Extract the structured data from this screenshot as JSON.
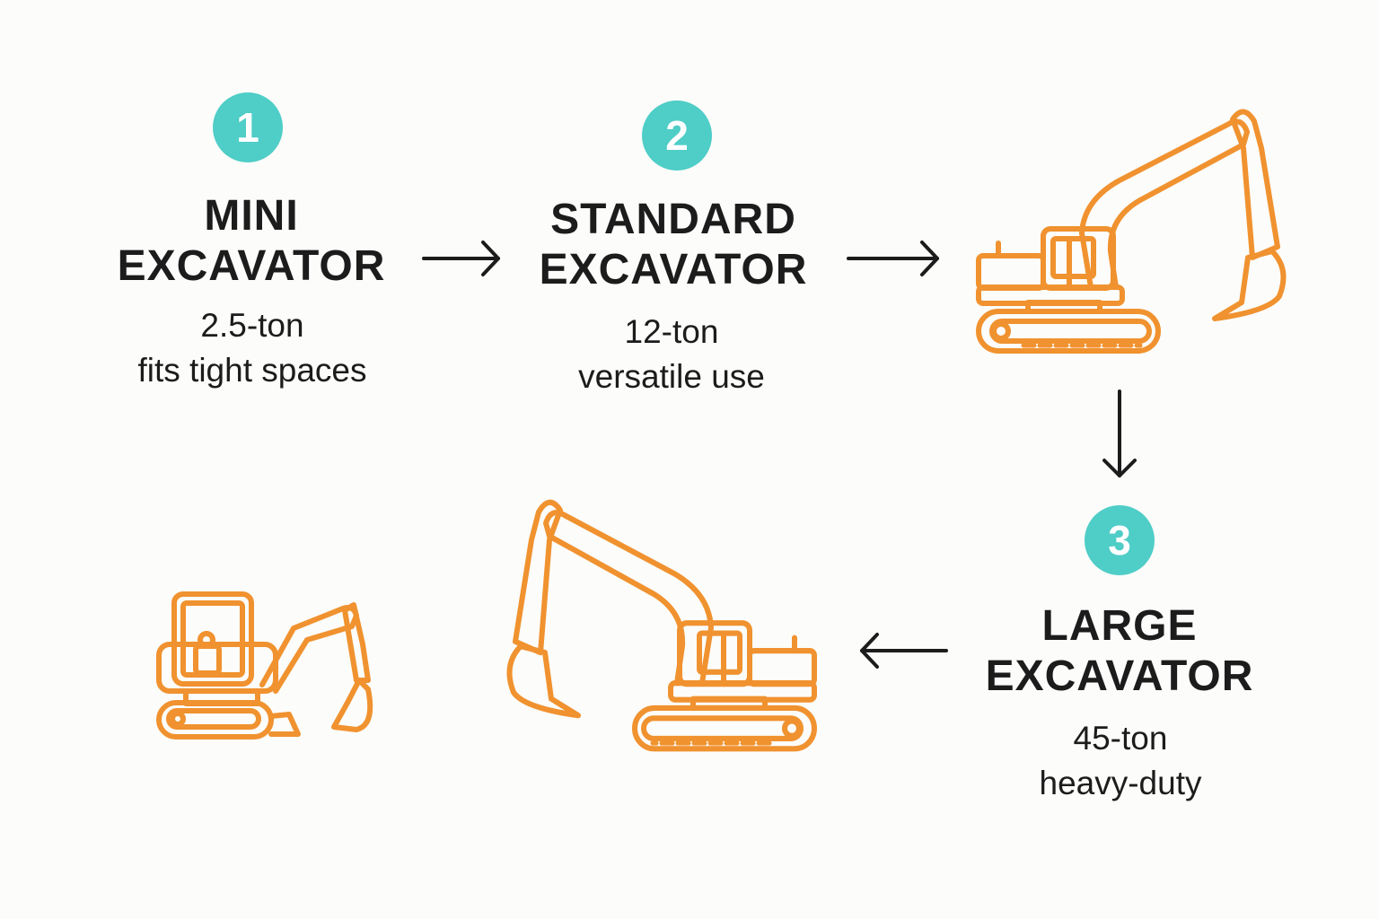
{
  "colors": {
    "accent": "#4fcdc7",
    "machine": "#f0922f",
    "text": "#1c1c1c"
  },
  "steps": [
    {
      "number": "1",
      "title_line1": "MINI",
      "title_line2": "EXCAVATOR",
      "detail_line1": "2.5-ton",
      "detail_line2": "fits tight spaces"
    },
    {
      "number": "2",
      "title_line1": "STANDARD",
      "title_line2": "EXCAVATOR",
      "detail_line1": "12-ton",
      "detail_line2": "versatile use"
    },
    {
      "number": "3",
      "title_line1": "LARGE",
      "title_line2": "EXCAVATOR",
      "detail_line1": "45-ton",
      "detail_line2": "heavy-duty"
    }
  ],
  "icons": [
    "excavator-icon",
    "arrow-right-icon",
    "arrow-down-icon",
    "arrow-left-icon"
  ]
}
